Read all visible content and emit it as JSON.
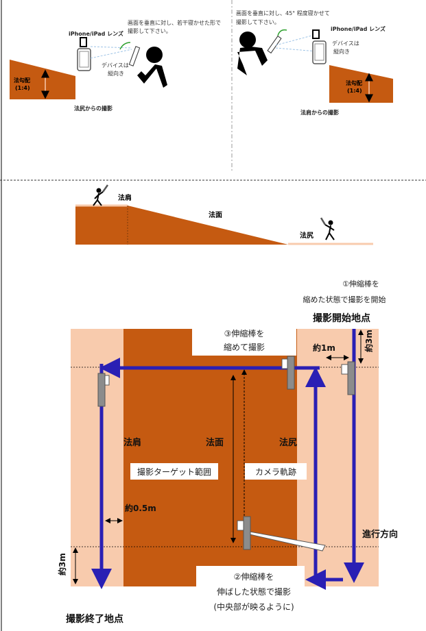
{
  "top_left": {
    "instruction_line1": "画面を垂直に対し、若干寝かせた形で",
    "instruction_line2": "撮影して下さい。",
    "lens_label": "iPhone/iPad レンズ",
    "device_line1": "デバイスは",
    "device_line2": "縦向き",
    "slope_ratio_line1": "法勾配",
    "slope_ratio_line2": "(1:4)",
    "caption": "法尻からの撮影"
  },
  "top_right": {
    "instruction_line1": "画面を垂直に対し、45° 程度寝かせて",
    "instruction_line2": "撮影して下さい。",
    "lens_label": "iPhone/iPad レンズ",
    "device_line1": "デバイスは",
    "device_line2": "縦向き",
    "slope_ratio_line1": "法勾配",
    "slope_ratio_line2": "(1:4)",
    "caption": "法肩からの撮影"
  },
  "profile": {
    "shoulder_label": "法肩",
    "face_label": "法面",
    "toe_label": "法尻"
  },
  "plan": {
    "step1_line1": "①伸縮棒を",
    "step1_line2": "縮めた状態で撮影を開始",
    "start_point": "撮影開始地点",
    "step3_line1": "③伸縮棒を",
    "step3_line2": "縮めて撮影",
    "approx_1m": "約1m",
    "approx_3m_top": "約3m",
    "shoulder_label": "法肩",
    "face_label": "法面",
    "toe_label": "法尻",
    "target_range": "撮影ターゲット範囲",
    "camera_track": "カメラ軌跡",
    "approx_05m": "約0.5m",
    "direction": "進行方向",
    "approx_3m_bottom": "約3m",
    "step2_line1": "②伸縮棒を",
    "step2_line2": "伸ばした状態で撮影",
    "step2_line3": "(中央部が映るように)",
    "end_point": "撮影終了地点"
  },
  "colors": {
    "slope_brown": "#c55a11",
    "light_peach": "#f8cbad",
    "path_blue": "#2a1fb4",
    "sight_blue": "#9dc3e6",
    "device_gray": "#8c8c8c"
  }
}
